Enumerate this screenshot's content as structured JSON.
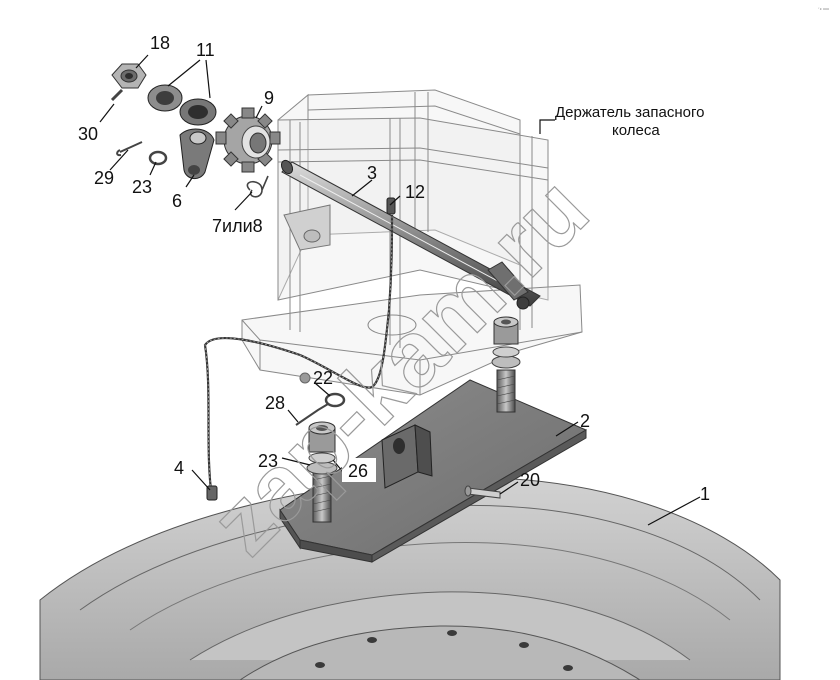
{
  "holder_label": [
    "Держатель запасного",
    "колеса"
  ],
  "callouts": {
    "c1": "1",
    "c2": "2",
    "c3": "3",
    "c4": "4",
    "c6": "6",
    "c7or8": "7или8",
    "c9": "9",
    "c11": "11",
    "c12": "12",
    "c18": "18",
    "c20": "20",
    "c22": "22",
    "c23a": "23",
    "c23b": "23",
    "c26": "26",
    "c28": "28",
    "c29": "29",
    "c30": "30"
  },
  "watermark": "zap-kam.ru",
  "corner_mark": "´° °°°"
}
